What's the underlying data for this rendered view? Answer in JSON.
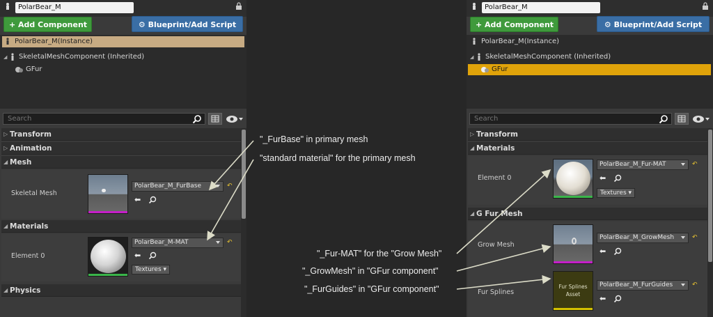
{
  "left": {
    "name_value": "PolarBear_M",
    "add_component_label": "+ Add Component ▾",
    "blueprint_label": "Blueprint/Add Script",
    "tree": {
      "instance": "PolarBear_M(Instance)",
      "skeletal": "SkeletalMeshComponent (Inherited)",
      "gfur": "GFur"
    },
    "search_placeholder": "Search",
    "categories": {
      "transform": "Transform",
      "animation": "Animation",
      "mesh": "Mesh",
      "materials": "Materials",
      "physics": "Physics"
    },
    "props": {
      "skeletal_mesh_label": "Skeletal Mesh",
      "skeletal_mesh_value": "PolarBear_M_FurBase",
      "element0_label": "Element 0",
      "element0_value": "PolarBear_M-MAT",
      "textures_label": "Textures ▾"
    }
  },
  "right": {
    "name_value": "PolarBear_M",
    "add_component_label": "+ Add Component ▾",
    "blueprint_label": "Blueprint/Add Script",
    "tree": {
      "instance": "PolarBear_M(Instance)",
      "skeletal": "SkeletalMeshComponent (Inherited)",
      "gfur": "GFur"
    },
    "search_placeholder": "Search",
    "categories": {
      "transform": "Transform",
      "materials": "Materials",
      "gfurmesh": "G Fur Mesh"
    },
    "props": {
      "element0_label": "Element 0",
      "element0_value": "PolarBear_M_Fur-MAT",
      "textures_label": "Textures ▾",
      "grow_mesh_label": "Grow Mesh",
      "grow_mesh_value": "PolarBear_M_GrowMesh",
      "fur_splines_label": "Fur Splines",
      "fur_splines_value": "PolarBear_M_FurGuides",
      "fur_splines_asset": "Fur Splines Asset"
    }
  },
  "annotations": {
    "furbase": "\"_FurBase\" in primary mesh",
    "standard_material": "\"standard material\" for the primary mesh",
    "fur_mat": "\"_Fur-MAT\" for the \"Grow Mesh\"",
    "growmesh": "\"_GrowMesh\" in \"GFur component\"",
    "furguides": "\"_FurGuides\" in \"GFur component\""
  },
  "colors": {
    "instance_highlight": "#c7ab83",
    "gfur_selected": "#e0a30a",
    "add_button": "#3f9a3c",
    "blueprint_button": "#3a6ea5",
    "mesh_bar": "#c51fc8",
    "material_bar": "#3ab54a",
    "texture_bar": "#d4c200"
  }
}
